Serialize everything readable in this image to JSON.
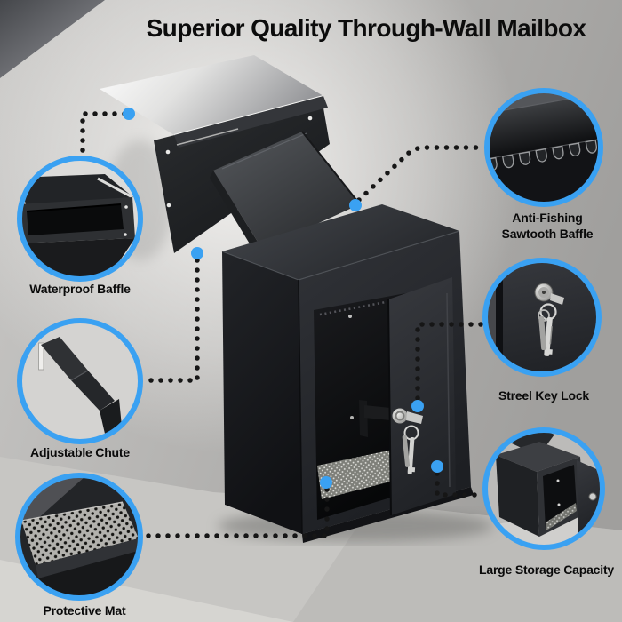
{
  "title": "Superior Quality Through-Wall Mailbox",
  "callouts": [
    {
      "id": "waterproof-baffle",
      "label": "Waterproof Baffle"
    },
    {
      "id": "adjustable-chute",
      "label": "Adjustable Chute"
    },
    {
      "id": "protective-mat",
      "label": "Protective Mat"
    },
    {
      "id": "anti-fishing-sawtooth-baffle",
      "label_lines": [
        "Anti-Fishing",
        "Sawtooth Baffle"
      ]
    },
    {
      "id": "streel-key-lock",
      "label": "Streel Key Lock"
    },
    {
      "id": "large-storage-capacity",
      "label": "Large Storage Capacity"
    }
  ],
  "colors": {
    "accent_blue": "#3aa1f2",
    "dot_black": "#161616",
    "label_text": "#0a0a0a"
  }
}
